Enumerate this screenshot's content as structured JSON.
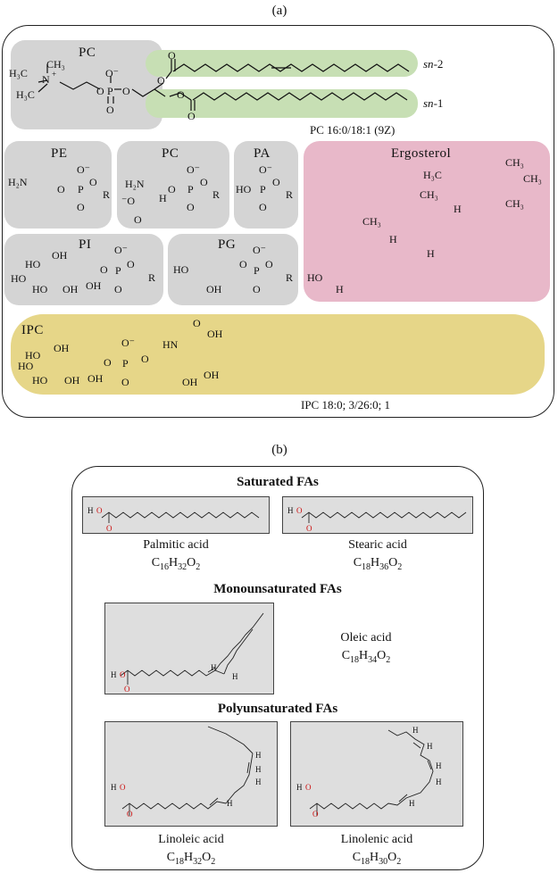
{
  "panel_a": {
    "label": "(a)",
    "top_pc": {
      "label": "PC",
      "atoms": {
        "n": "N",
        "nplus": "+",
        "h3c1": "H₃C",
        "ch3": "CH₃",
        "h3c2": "H₃C",
        "o": "O",
        "ominus": "O⁻",
        "p": "P",
        "o2": "O",
        "o3": "O",
        "o4": "O",
        "o5": "O",
        "o6": "O",
        "o7": "O"
      },
      "sn2": "sn",
      "sn2_num": "-2",
      "sn1": "sn",
      "sn1_num": "-1",
      "caption": "PC 16:0/18:1 (9Z)"
    },
    "pe": {
      "label": "PE",
      "formula_left": "H₂N",
      "r": "R"
    },
    "pc2": {
      "label": "PC",
      "h2n": "H₂N",
      "h": "H",
      "o": "O",
      "ominus": "⁻O",
      "r": "R"
    },
    "pa": {
      "label": "PA",
      "ho": "HO",
      "r": "R"
    },
    "pi": {
      "label": "PI",
      "oh": "OH",
      "ho": "HO",
      "r": "R"
    },
    "pg": {
      "label": "PG",
      "ho": "HO",
      "oh": "OH",
      "r": "R"
    },
    "ergosterol": {
      "label": "Ergosterol",
      "h3c": "H₃C",
      "ch3_1": "CH₃",
      "ch3_2": "CH₃",
      "ch3_3": "CH₃",
      "h": "H",
      "ho": "HO"
    },
    "ipc": {
      "label": "IPC",
      "hn": "HN",
      "oh": "OH",
      "ho": "HO",
      "o": "O",
      "ominus": "O⁻",
      "p": "P",
      "caption": "IPC 18:0; 3/26:0; 1"
    },
    "shared": {
      "o": "O",
      "ominus": "O⁻",
      "p": "P",
      "h": "H",
      "oh": "OH"
    }
  },
  "panel_b": {
    "label": "(b)",
    "saturated_title": "Saturated FAs",
    "mono_title": "Monounsaturated FAs",
    "poly_title": "Polyunsaturated FAs",
    "acids": [
      {
        "name": "Palmitic acid",
        "c": "C",
        "cn": "16",
        "h": "H",
        "hn": "32",
        "o": "O",
        "on": "2"
      },
      {
        "name": "Stearic acid",
        "c": "C",
        "cn": "18",
        "h": "H",
        "hn": "36",
        "o": "O",
        "on": "2"
      },
      {
        "name": "Oleic acid",
        "c": "C",
        "cn": "18",
        "h": "H",
        "hn": "34",
        "o": "O",
        "on": "2"
      },
      {
        "name": "Linoleic acid",
        "c": "C",
        "cn": "18",
        "h": "H",
        "hn": "32",
        "o": "O",
        "on": "2"
      },
      {
        "name": "Linolenic acid",
        "c": "C",
        "cn": "18",
        "h": "H",
        "hn": "30",
        "o": "O",
        "on": "2"
      }
    ],
    "atoms": {
      "h": "H",
      "o": "O"
    }
  },
  "colors": {
    "gray_box": "#d4d4d4",
    "green_band": "#c7dfb4",
    "pink_box": "#e8b8c9",
    "yellow_band": "#e6d688",
    "fa_box": "#dedede",
    "oxygen_red": "#cc1111"
  }
}
